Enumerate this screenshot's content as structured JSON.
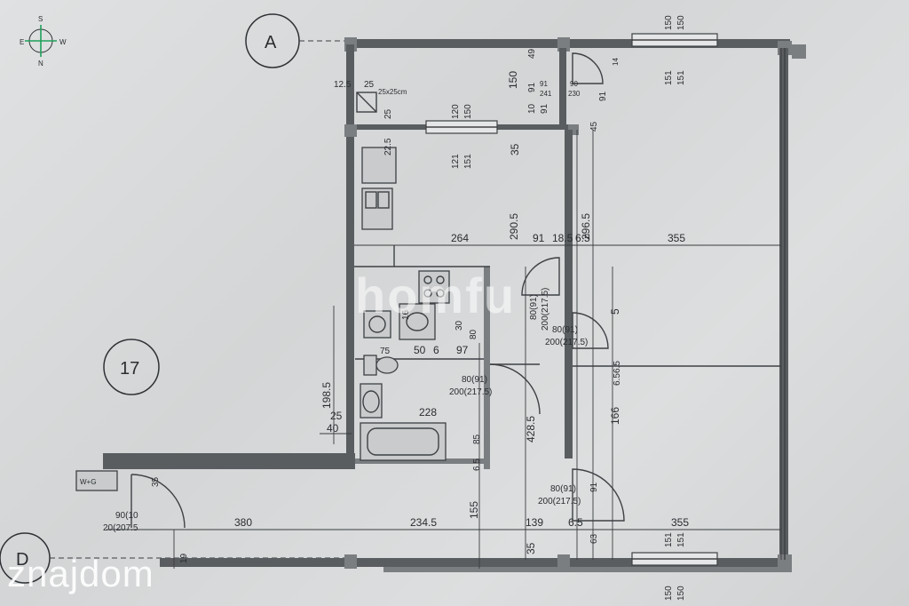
{
  "compass": {
    "s": "S",
    "e": "E",
    "w": "W",
    "n": "N",
    "accent": "#1fa05a"
  },
  "axis_labels": {
    "a": "A",
    "d": "D",
    "unit": "17"
  },
  "fixture_label": "25x25cm",
  "wc_label": "W+G",
  "dims": {
    "d12_5": "12.5",
    "d25a": "25",
    "d25b": "25",
    "d22_5": "22.5",
    "d120": "120",
    "d150a": "150",
    "d121": "121",
    "d151a": "151",
    "d150b": "150",
    "d49": "49",
    "d91a": "91",
    "d10": "10",
    "d91b": "91",
    "d35a": "35",
    "d91c": "91",
    "d241": "241",
    "d90": "90",
    "d230": "230",
    "d91d": "91",
    "d45": "45",
    "d14": "14",
    "d150c": "150",
    "d150d": "150",
    "d151b": "151",
    "d151c": "151",
    "d264": "264",
    "d91e": "91",
    "d18_5": "18.5",
    "d6_5": "6.5",
    "d355a": "355",
    "d290_5": "290.5",
    "d296_5": "296.5",
    "door1a": "80(91)",
    "door1b": "200(217.5)",
    "door2a": "80(91)",
    "door2b": "200(217.5)",
    "d5": "5",
    "d6_5b": "6.5",
    "d6_5c": "6.5",
    "d75": "75",
    "d50": "50",
    "d6": "6",
    "d97": "97",
    "door3a": "80(91)",
    "door3b": "200(217.5)",
    "d198_5": "198.5",
    "d25c": "25",
    "d40": "40",
    "d228": "228",
    "d85": "85",
    "d6_5d": "6.5",
    "d428_5": "428.5",
    "d166": "166",
    "d16": "16",
    "d30": "30",
    "d80": "80",
    "door4a": "80(91)",
    "door4b": "200(217.5)",
    "d91f": "91",
    "door5a": "90(10",
    "door5b": "20(207.5",
    "d380": "380",
    "d234_5": "234.5",
    "d139": "139",
    "d6_5e": "6.5",
    "d355b": "355",
    "d35b": "35",
    "d155": "155",
    "d35c": "35",
    "d63": "63",
    "d19": "19",
    "d151d": "151",
    "d151e": "151",
    "d150e": "150",
    "d150f": "150"
  },
  "watermarks": {
    "main": "homfu",
    "corner": "znajdom"
  }
}
